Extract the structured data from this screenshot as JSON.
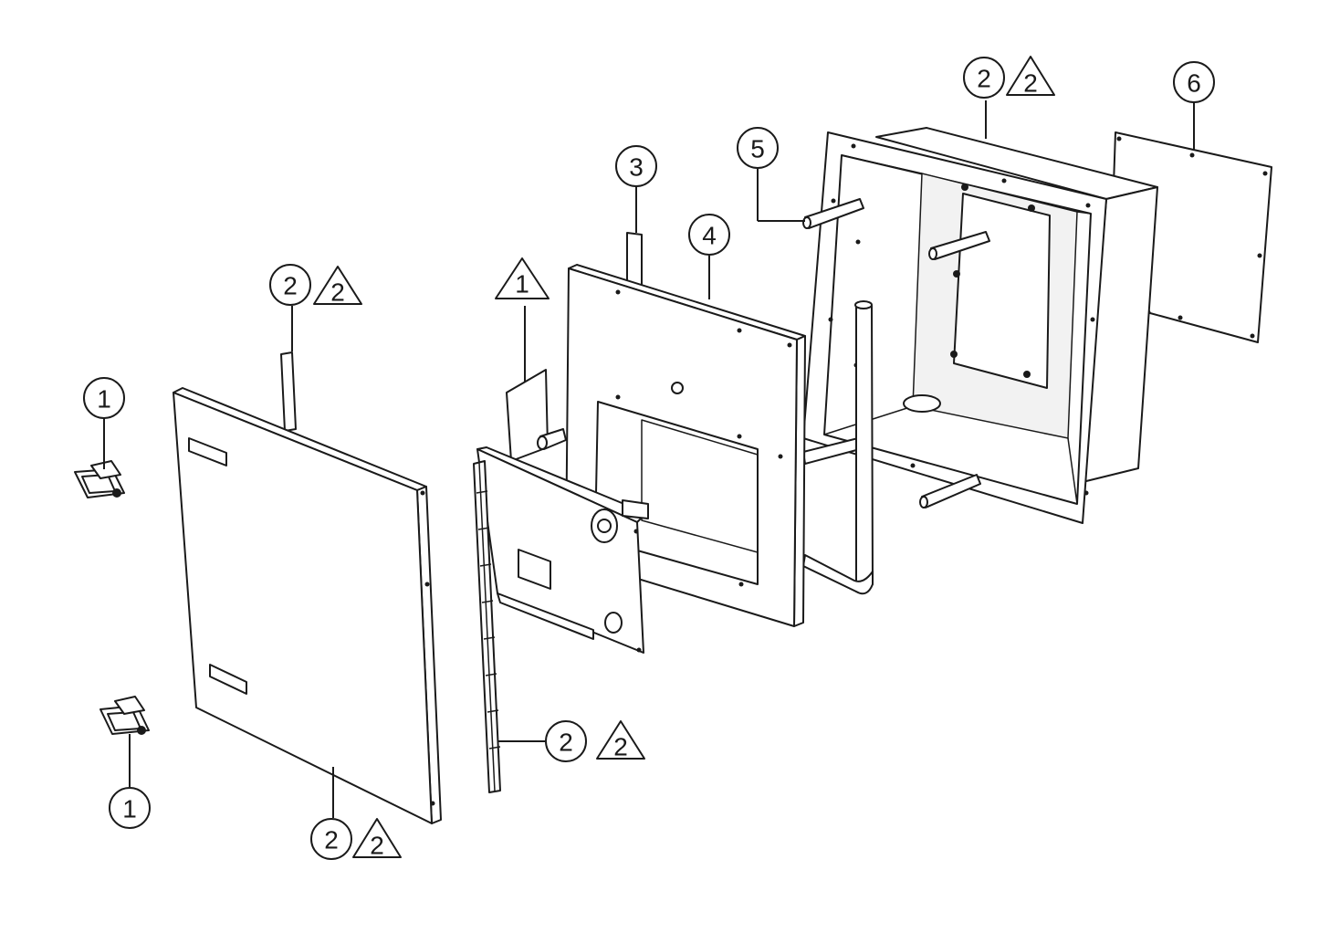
{
  "callouts": {
    "latch_top": "1",
    "latch_bottom": "1",
    "door_top": "2",
    "door_top_rev": "2",
    "door_bottom": "2",
    "door_bottom_rev": "2",
    "hinge": "2",
    "hinge_rev": "2",
    "box_top": "2",
    "box_top_rev": "2",
    "panel_rev": "1",
    "rail": "3",
    "frame": "4",
    "standoff": "5",
    "back_plate": "6"
  }
}
